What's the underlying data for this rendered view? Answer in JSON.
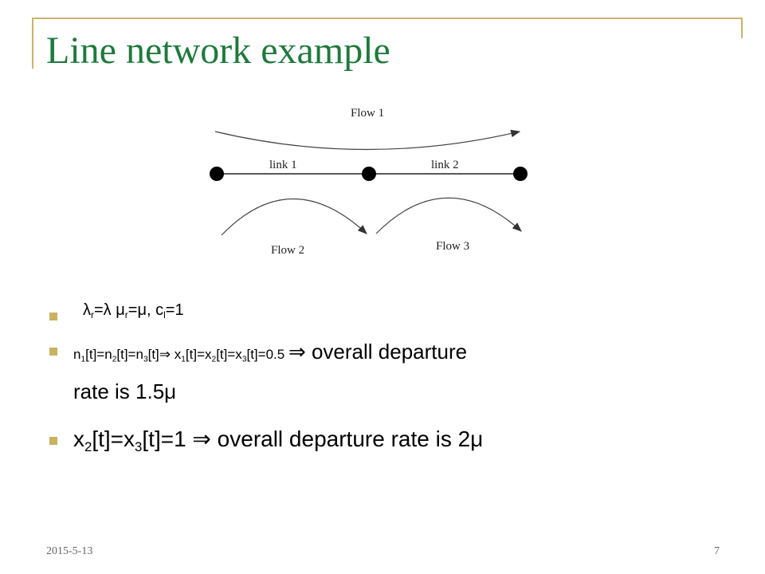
{
  "slide": {
    "title": "Line network example",
    "date": "2015-5-13",
    "page_number": "7"
  },
  "diagram": {
    "flow1_label": "Flow 1",
    "flow2_label": "Flow 2",
    "flow3_label": "Flow 3",
    "link1_label": "link 1",
    "link2_label": "link 2"
  },
  "bullets": {
    "b1": {
      "lam": "λ",
      "r1": "r",
      "eq1": "=λ ",
      "mu": "μ",
      "r2": "r",
      "eq2": "=μ, c",
      "l": "l",
      "eq3": "=1"
    },
    "b2": {
      "n1": "n",
      "s1": "1",
      "t1": "[t]=n",
      "s2": "2",
      "t2": "[t]=n",
      "s3": "3",
      "t3": "[t]",
      "imp1": "⇒ x",
      "s4": "1",
      "t4": "[t]=x",
      "s5": "2",
      "t5": "[t]=x",
      "s6": "3",
      "t6": "[t]=0.5 ",
      "imp2": "⇒ ",
      "rest": "overall departure",
      "line2": "rate is 1.5μ"
    },
    "b3": {
      "x1": "x",
      "s1": "2",
      "t1": "[t]=x",
      "s2": "3",
      "t2": "[t]=1 ⇒ overall departure rate is 2μ"
    }
  }
}
